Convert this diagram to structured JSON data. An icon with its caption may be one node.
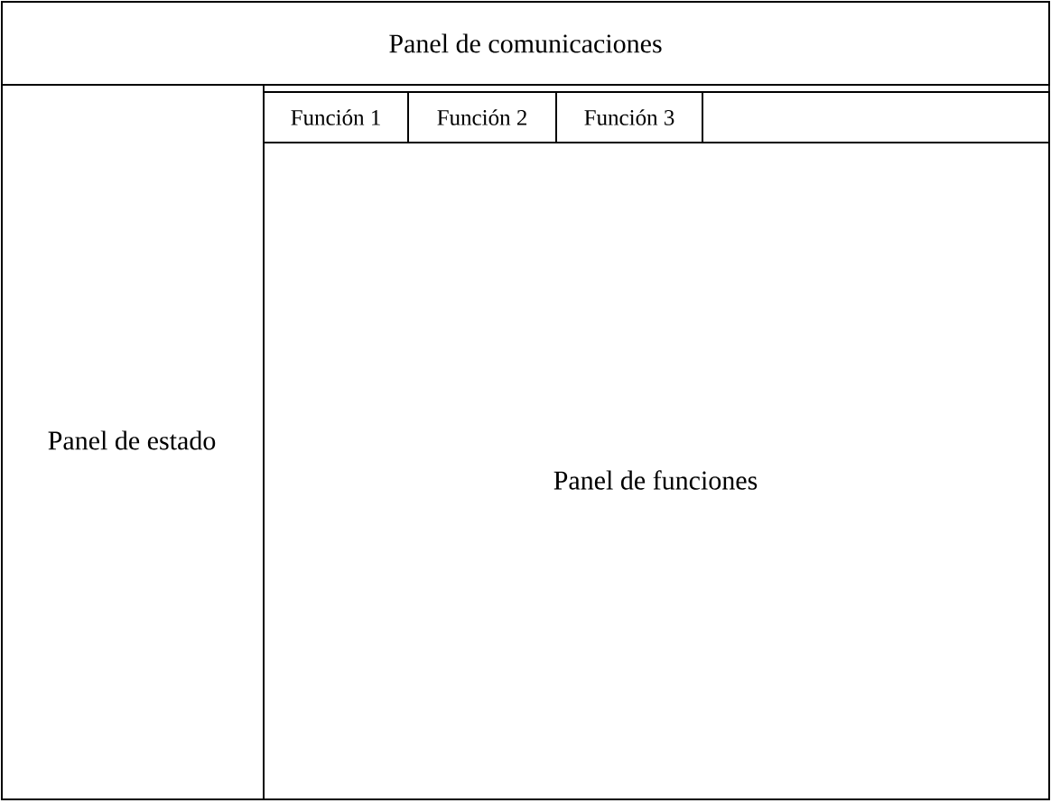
{
  "diagram": {
    "nodes": [
      {
        "text": [
          "Panel de comunicaciones"
        ]
      },
      {
        "text": [
          "Panel de estado"
        ]
      },
      {
        "text": [
          "Función 1"
        ]
      },
      {
        "text": [
          "Función 2"
        ]
      },
      {
        "text": [
          "Función 3"
        ]
      },
      {
        "text": [],
        "shape": "box"
      },
      {
        "text": [
          "Panel de funciones"
        ]
      }
    ]
  }
}
